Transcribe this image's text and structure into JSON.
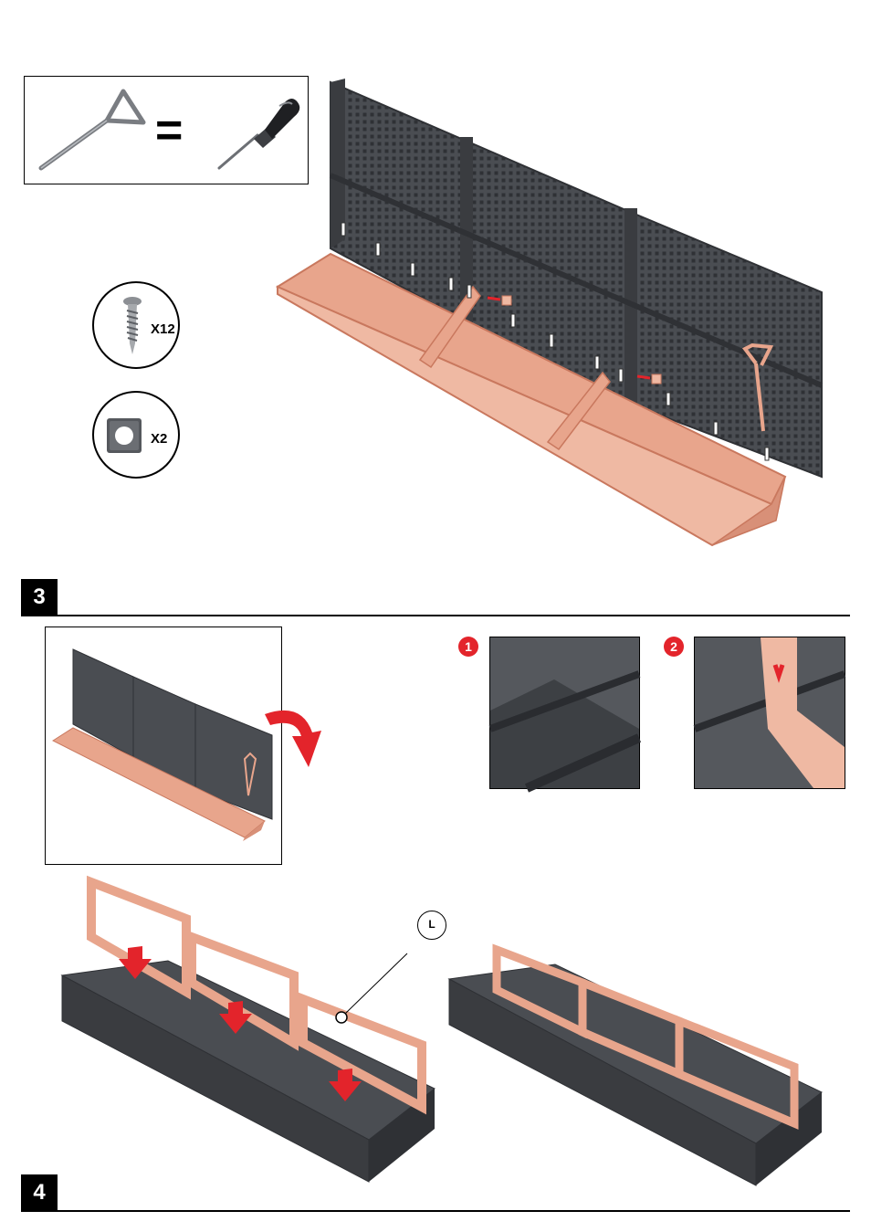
{
  "tools": {
    "equals": "=",
    "left_tool_icon": "triangle-key-icon",
    "right_tool_icon": "screwdriver-icon"
  },
  "parts": [
    {
      "icon": "screw-icon",
      "quantity": "X12"
    },
    {
      "icon": "square-nut-icon",
      "quantity": "X2"
    }
  ],
  "steps": [
    {
      "number": "3"
    },
    {
      "number": "4"
    }
  ],
  "detail_badges": [
    "1",
    "2"
  ],
  "callout_label": "L",
  "colors": {
    "panel": "#4a4d52",
    "panel_dark": "#2f3135",
    "frame": "#e8a58c",
    "frame_edge": "#c9785e",
    "arrow": "#e3242b",
    "badge": "#e3242b",
    "step_box": "#000000"
  }
}
